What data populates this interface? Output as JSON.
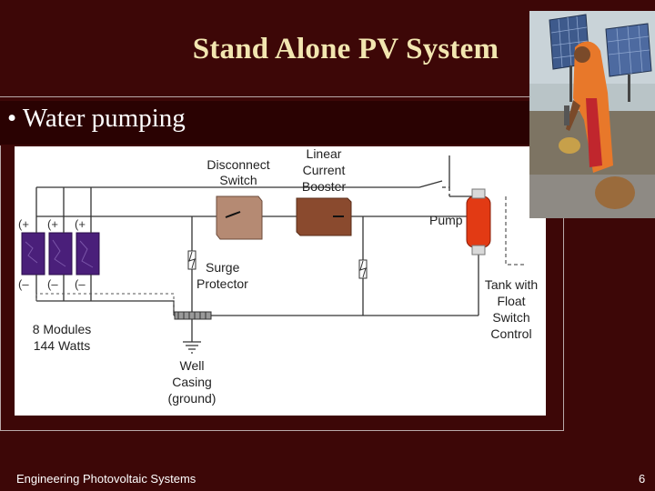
{
  "slide": {
    "title": "Stand Alone PV System",
    "bullet": "• Water pumping",
    "footer_left": "Engineering Photovoltaic Systems",
    "page_number": "6"
  },
  "diagram": {
    "disconnect_line1": "Disconnect",
    "disconnect_line2": "Switch",
    "booster_line1": "Linear",
    "booster_line2": "Current",
    "booster_line3": "Booster",
    "pump": "Pump",
    "surge_line1": "Surge",
    "surge_line2": "Protector",
    "modules_line1": "8 Modules",
    "modules_line2": "144 Watts",
    "well_line1": "Well",
    "well_line2": "Casing",
    "well_line3": "(ground)",
    "tank_line1": "Tank with",
    "tank_line2": "Float",
    "tank_line3": "Switch",
    "tank_line4": "Control",
    "plus": "(+",
    "minus": "(–"
  },
  "colors": {
    "background": "#3d0707",
    "title": "#f2e6b0",
    "module": "#4a1f7a",
    "disconnect_box": "#b58a73",
    "booster_box": "#8a4a2e",
    "pump_red": "#e23a14"
  }
}
